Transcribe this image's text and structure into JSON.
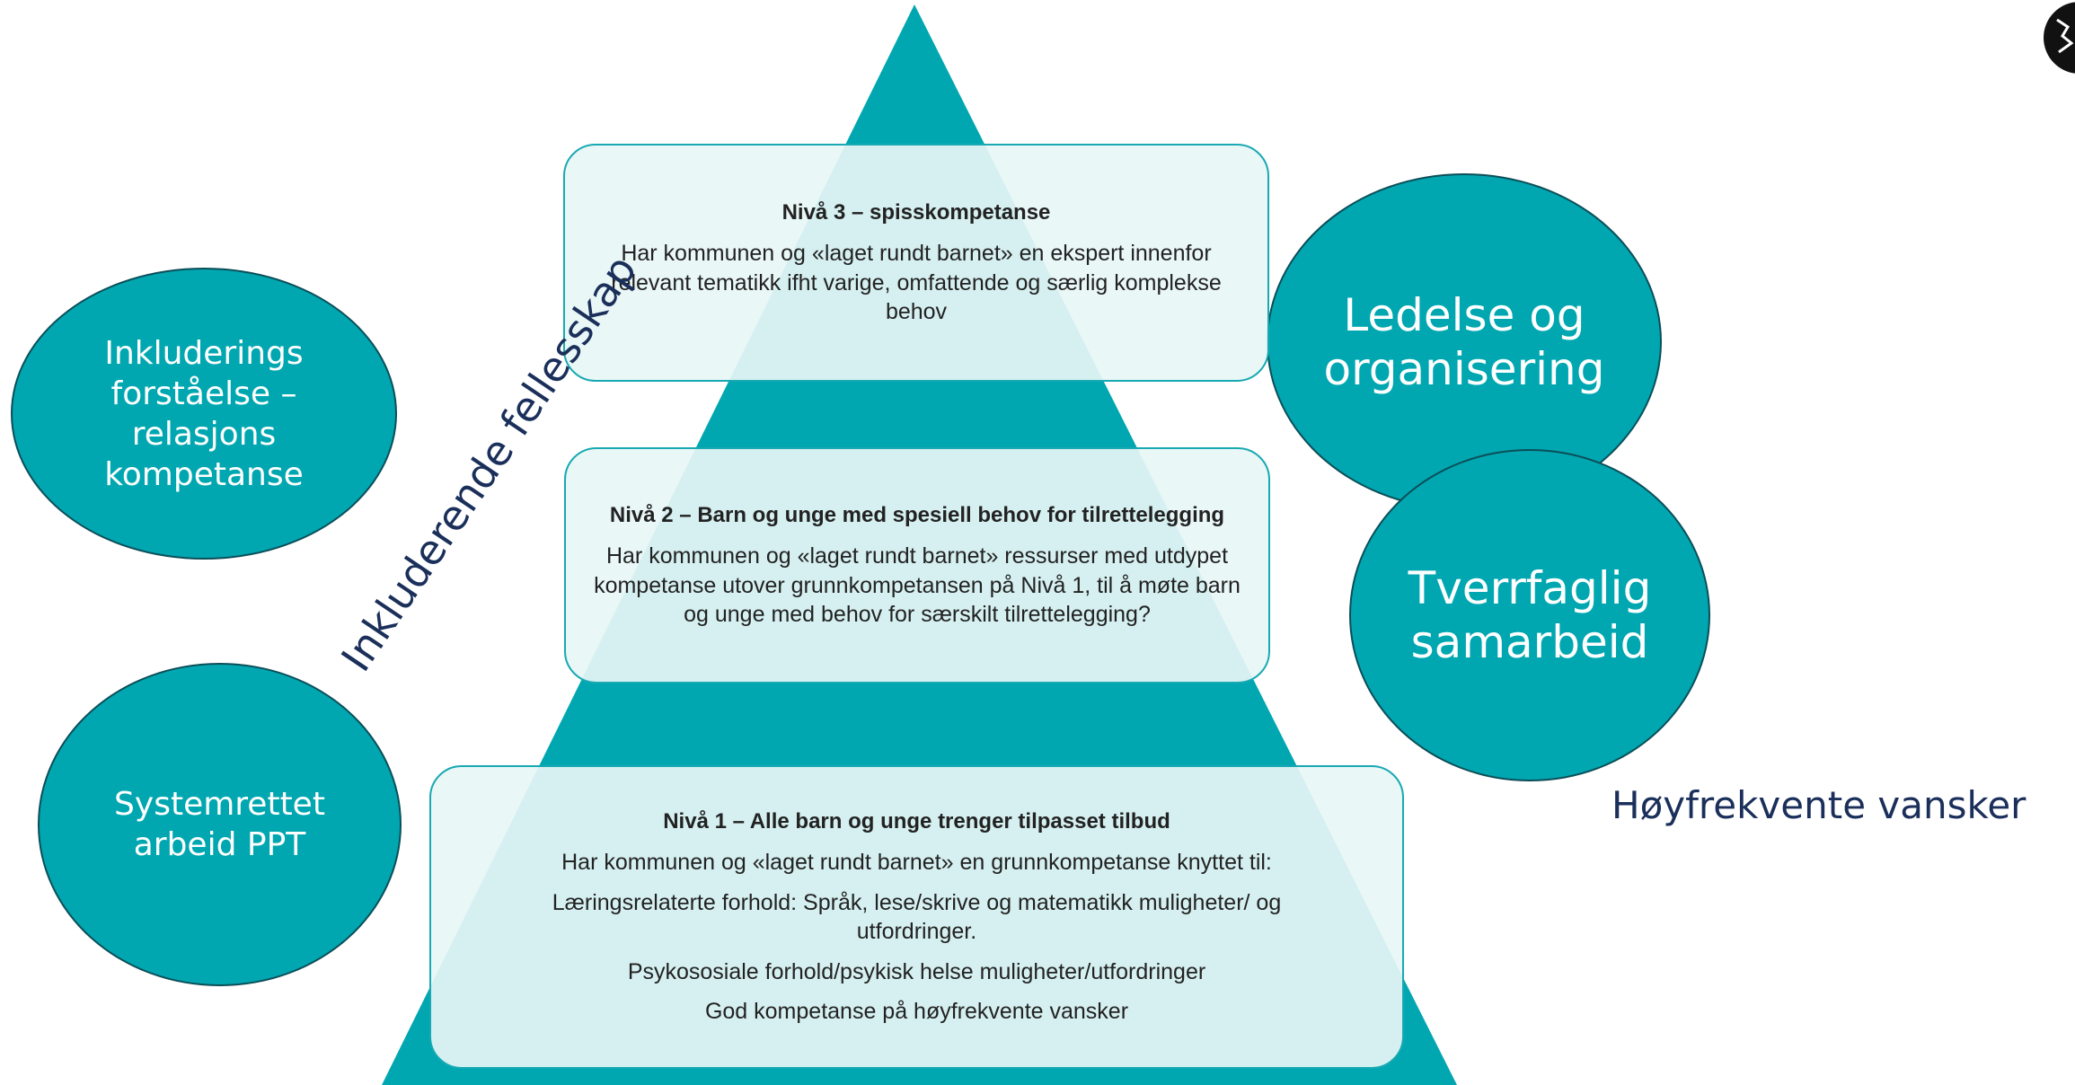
{
  "levels": {
    "level3": {
      "title": "Nivå 3 – spisskompetanse",
      "text": "Har kommunen og «laget rundt barnet» en ekspert innenfor relevant tematikk ifht varige, omfattende og særlig komplekse behov"
    },
    "level2": {
      "title": "Nivå 2 – Barn og unge med spesiell behov for tilrettelegging",
      "text": "Har kommunen og «laget rundt barnet» ressurser med utdypet kompetanse utover grunnkompetansen på Nivå 1, til å møte barn og unge med behov for særskilt  tilrettelegging?"
    },
    "level1": {
      "title": "Nivå 1 – Alle barn og unge trenger tilpasset tilbud",
      "lines": [
        "Har kommunen og «laget rundt barnet» en grunnkompetanse knyttet til:",
        "Læringsrelaterte forhold: Språk, lese/skrive og matematikk muligheter/ og utfordringer.",
        "Psykososiale forhold/psykisk helse muligheter/utfordringer",
        "God kompetanse på høyfrekvente vansker"
      ]
    }
  },
  "ellipses": {
    "inkludering": "Inkluderings\nforståelse –\nrelasjons\nkompetanse",
    "systemrettet": "Systemrettet\narbeid PPT",
    "ledelse": "Ledelse og\norganisering",
    "tverrfaglig": "Tverrfaglig\nsamarbeid"
  },
  "labels": {
    "inkluderende": "Inkluderende fellesskap",
    "hoyfrekvente": "Høyfrekvente vansker"
  },
  "colors": {
    "teal": "#00a7b1",
    "box_fill": "#e8f6f6",
    "navy_text": "#1a2f5a"
  },
  "icons": {
    "corner_logo": "dark-circle-logo-icon"
  }
}
